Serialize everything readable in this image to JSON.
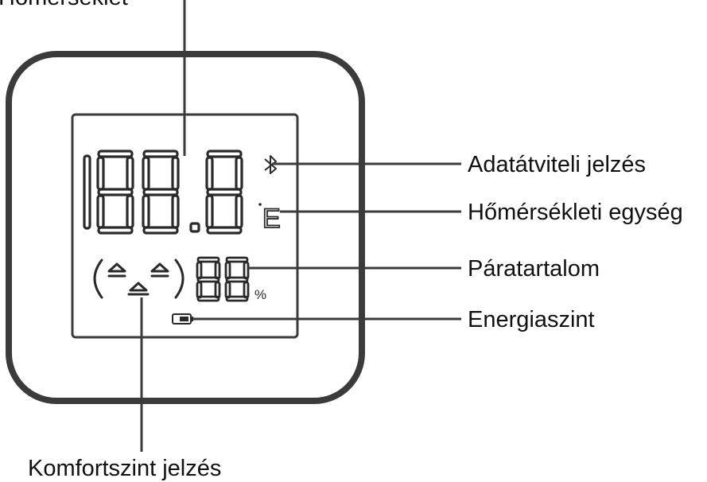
{
  "labels": {
    "top": "Hőmérséklet",
    "transmission": "Adatátviteli jelzés",
    "temp_unit": "Hőmérsékleti egység",
    "humidity": "Páratartalom",
    "energy": "Energiaszint",
    "comfort": "Komfortszint jelzés"
  },
  "display": {
    "temperature_digits": "188.8",
    "unit_symbol": "E",
    "humidity_digits": "88",
    "percent_symbol": "%"
  },
  "icons": {
    "bluetooth": "bluetooth-icon",
    "battery": "battery-icon",
    "comfort_face": "comfort-face-icon"
  },
  "colors": {
    "line": "#3b3b3b",
    "segment": "#2a2a2a",
    "text": "#111111"
  }
}
